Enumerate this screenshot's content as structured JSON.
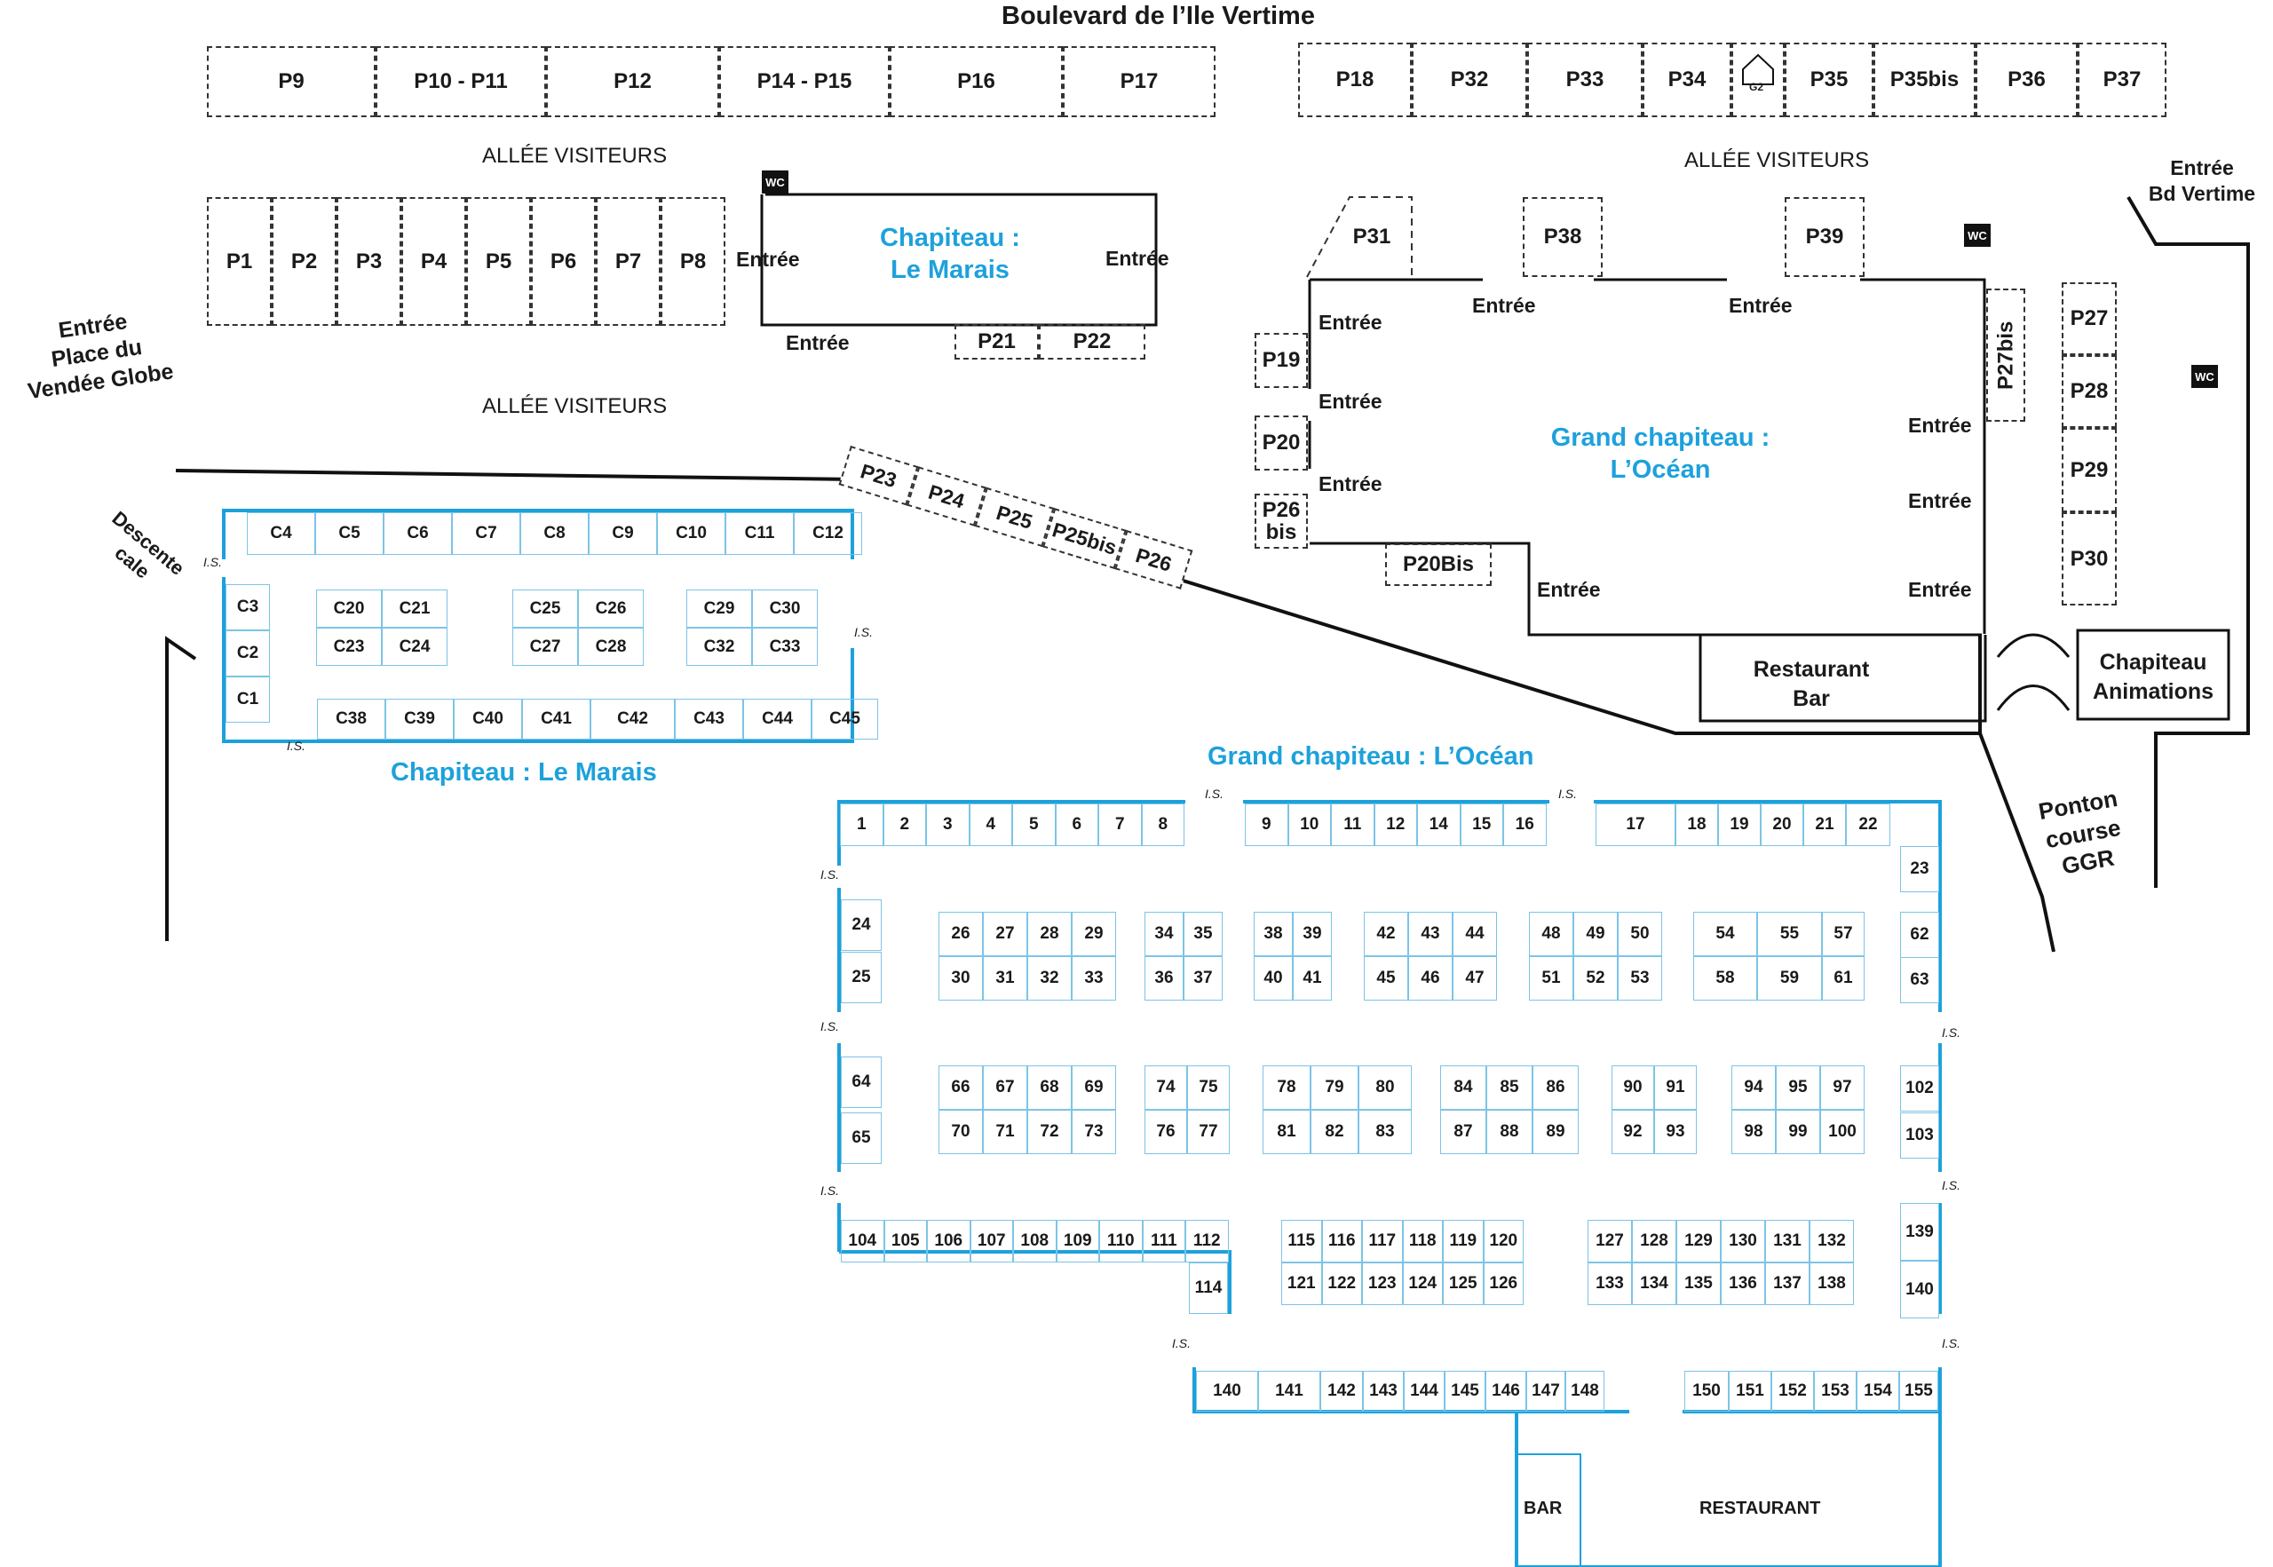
{
  "street": "Boulevard de l’Ile Vertime",
  "allee_top_left": "ALLÉE VISITEURS",
  "allee_top_right": "ALLÉE VISITEURS",
  "allee_mid_left": "ALLÉE VISITEURS",
  "entree_place": "Entrée\nPlace du\nVendée Globe",
  "entree_bd": "Entrée\nBd Vertime",
  "descente_cale": "Descente\ncale",
  "ponton": "Ponton\ncourse\nGGR",
  "wc": "WC",
  "g2": "G2",
  "is": "I.S.",
  "entree": "Entrée",
  "marais_tent_title": "Chapiteau :\nLe Marais",
  "ocean_tent_title": "Grand chapiteau :\nL’Océan",
  "marais_plan_title": "Chapiteau : Le Marais",
  "ocean_plan_title": "Grand chapiteau : L’Océan",
  "restaurant_bar_top": "Restaurant\nBar",
  "chapiteau_animations": "Chapiteau\nAnimations",
  "bar": "BAR",
  "restaurant": "RESTAURANT",
  "outdoor_top_left": [
    "P9",
    "P10 - P11",
    "P12",
    "P14 - P15",
    "P16",
    "P17"
  ],
  "outdoor_top_right": [
    "P18",
    "P32",
    "P33",
    "P34",
    "P35",
    "P35bis",
    "P36",
    "P37"
  ],
  "outdoor_row": [
    "P1",
    "P2",
    "P3",
    "P4",
    "P5",
    "P6",
    "P7",
    "P8"
  ],
  "outdoor_misc": {
    "p21": "P21",
    "p22": "P22",
    "p31": "P31",
    "p38": "P38",
    "p39": "P39",
    "p19": "P19",
    "p20": "P20",
    "p26bis": "P26\nbis",
    "p20bis": "P20Bis",
    "p27bis": "P27bis",
    "p27": "P27",
    "p28": "P28",
    "p29": "P29",
    "p30": "P30"
  },
  "diagonal_stands": [
    "P23",
    "P24",
    "P25",
    "P25bis",
    "P26"
  ],
  "marais_stands": {
    "top_row": [
      "C4",
      "C5",
      "C6",
      "C7",
      "C8",
      "C9",
      "C10",
      "C11",
      "C12"
    ],
    "left_col": [
      "C3",
      "C2",
      "C1"
    ],
    "bottom_row": [
      "C38",
      "C39",
      "C40",
      "C41",
      "C42",
      "C43",
      "C44",
      "C45"
    ],
    "island_a": [
      "C20",
      "C21",
      "C23",
      "C24"
    ],
    "island_b": [
      "C25",
      "C26",
      "C27",
      "C28"
    ],
    "island_c": [
      "C29",
      "C30",
      "C32",
      "C33"
    ]
  },
  "ocean_stands": {
    "top_a": [
      "1",
      "2",
      "3",
      "4",
      "5",
      "6",
      "7",
      "8"
    ],
    "top_b": [
      "9",
      "10",
      "11",
      "12",
      "14",
      "15",
      "16"
    ],
    "top_c": [
      "17",
      "18",
      "19",
      "20",
      "21",
      "22"
    ],
    "right_col": [
      "23",
      "62",
      "63",
      "102",
      "103",
      "139",
      "140"
    ],
    "left_col": [
      "24",
      "25",
      "64",
      "65"
    ],
    "row1_top": [
      "26",
      "27",
      "28",
      "29",
      "34",
      "35",
      "38",
      "39",
      "42",
      "43",
      "44",
      "48",
      "49",
      "50",
      "54",
      "55",
      "57"
    ],
    "row1_bot": [
      "30",
      "31",
      "32",
      "33",
      "36",
      "37",
      "40",
      "41",
      "45",
      "46",
      "47",
      "51",
      "52",
      "53",
      "58",
      "59",
      "61"
    ],
    "row2_top": [
      "66",
      "67",
      "68",
      "69",
      "74",
      "75",
      "78",
      "79",
      "80",
      "84",
      "85",
      "86",
      "90",
      "91",
      "94",
      "95",
      "97"
    ],
    "row2_bot": [
      "70",
      "71",
      "72",
      "73",
      "76",
      "77",
      "81",
      "82",
      "83",
      "87",
      "88",
      "89",
      "92",
      "93",
      "98",
      "99",
      "100"
    ],
    "row3_left": [
      "104",
      "105",
      "106",
      "107",
      "108",
      "109",
      "110",
      "111",
      "112",
      "114"
    ],
    "row3_mid_top": [
      "115",
      "116",
      "117",
      "118",
      "119",
      "120"
    ],
    "row3_mid_bot": [
      "121",
      "122",
      "123",
      "124",
      "125",
      "126"
    ],
    "row3_right_top": [
      "127",
      "128",
      "129",
      "130",
      "131",
      "132"
    ],
    "row3_right_bot": [
      "133",
      "134",
      "135",
      "136",
      "137",
      "138"
    ],
    "bottom_a": [
      "140",
      "141",
      "142",
      "143",
      "144",
      "145",
      "146",
      "147",
      "148"
    ],
    "bottom_b": [
      "150",
      "151",
      "152",
      "153",
      "154",
      "155"
    ]
  },
  "colors": {
    "blue": "#1da1db",
    "stand_line": "#7cc4e6",
    "ink": "#1a1a1a"
  }
}
